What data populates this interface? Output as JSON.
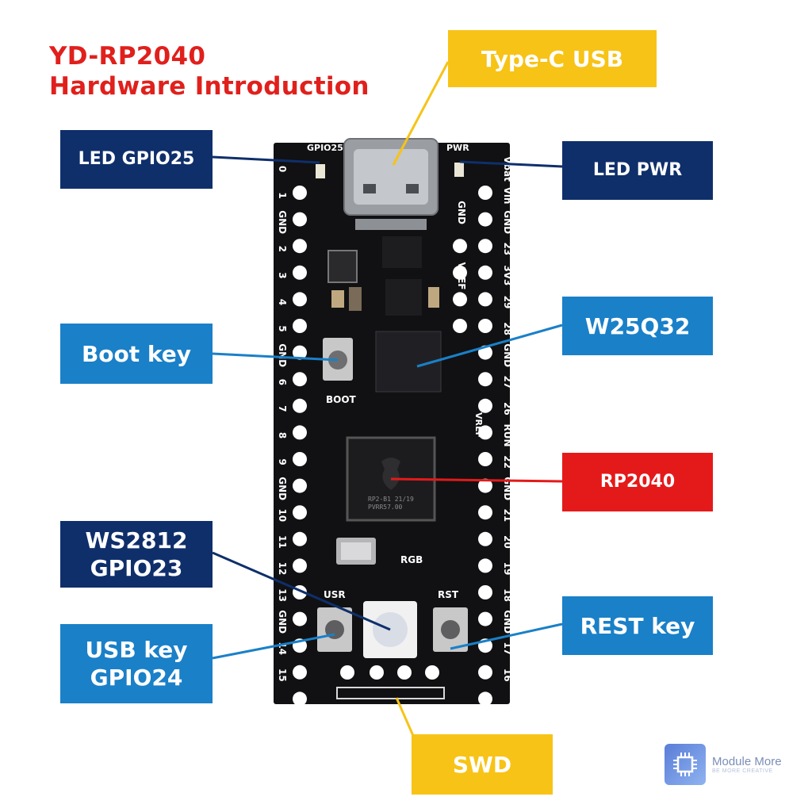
{
  "title": {
    "line1": "YD-RP2040",
    "line2": "Hardware Introduction"
  },
  "callouts": {
    "type_c_usb": "Type-C USB",
    "led_gpio25": "LED GPIO25",
    "led_pwr": "LED PWR",
    "boot_key": "Boot key",
    "w25q32": "W25Q32",
    "rp2040": "RP2040",
    "ws2812_line1": "WS2812",
    "ws2812_line2": "GPIO23",
    "usb_key_line1": "USB key",
    "usb_key_line2": "GPIO24",
    "rest_key": "REST key",
    "swd": "SWD"
  },
  "board": {
    "top_labels": {
      "left": "GPIO25",
      "right": "PWR"
    },
    "left_pins": [
      "0",
      "1",
      "GND",
      "2",
      "3",
      "4",
      "5",
      "GND",
      "6",
      "7",
      "8",
      "9",
      "GND",
      "10",
      "11",
      "12",
      "13",
      "GND",
      "14",
      "15"
    ],
    "right_pins": [
      "Vbat",
      "Vin",
      "GND",
      "23",
      "3V3",
      "29",
      "28",
      "GND",
      "27",
      "26",
      "RUN",
      "22",
      "GND",
      "21",
      "20",
      "19",
      "18",
      "GND",
      "17",
      "16"
    ],
    "inner_right_labels": [
      "GND",
      "VREF"
    ],
    "silkscreen": {
      "boot": "BOOT",
      "usr": "USR",
      "rgb": "RGB",
      "rst": "RST",
      "vref": "VREF"
    },
    "chip_marking": {
      "line1": "RP2-B1  21/19",
      "line2": "PVRR57.00"
    }
  },
  "watermark": {
    "name": "Module More",
    "sub": "BE MORE CREATIVE"
  },
  "colors": {
    "navy": "#0f2f6b",
    "blue": "#1a80c8",
    "red": "#e41a1a",
    "yellow": "#f7c316",
    "title_red": "#e0201c"
  }
}
